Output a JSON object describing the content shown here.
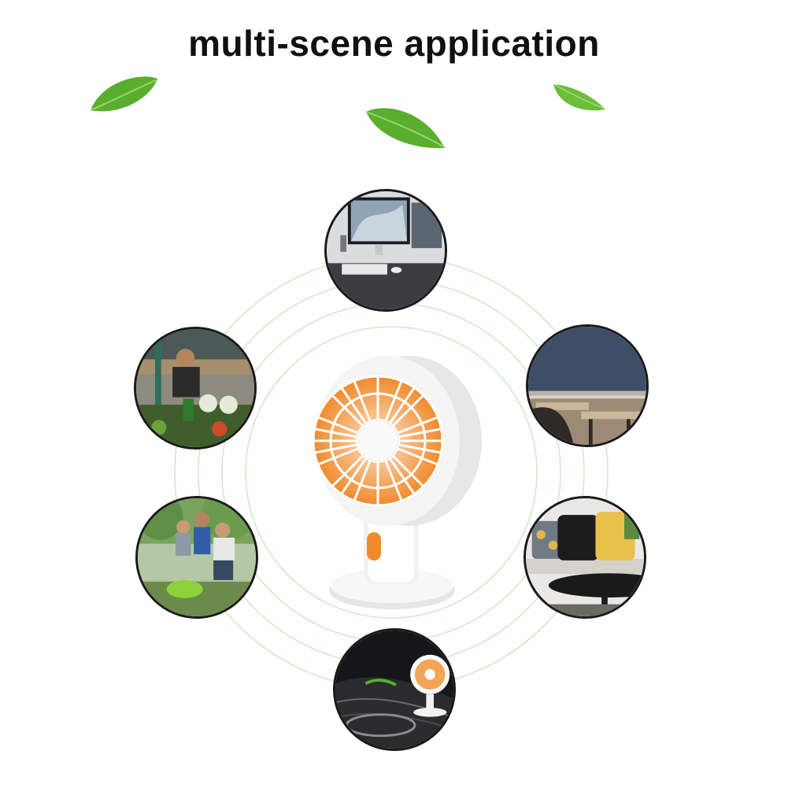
{
  "title": "multi-scene application",
  "icons": {
    "leaf": "leaf-icon",
    "fan": "desk-fan",
    "scenes": [
      "office-desk-scene",
      "classroom-scene",
      "living-room-scene",
      "car-scene",
      "outdoor-picnic-scene",
      "market-scene"
    ]
  },
  "colors": {
    "accent_orange": "#f08a2c",
    "leaf_green": "#5aae2e",
    "ring_green": "#cfe8c4",
    "circle_border": "#1a1a1a"
  }
}
